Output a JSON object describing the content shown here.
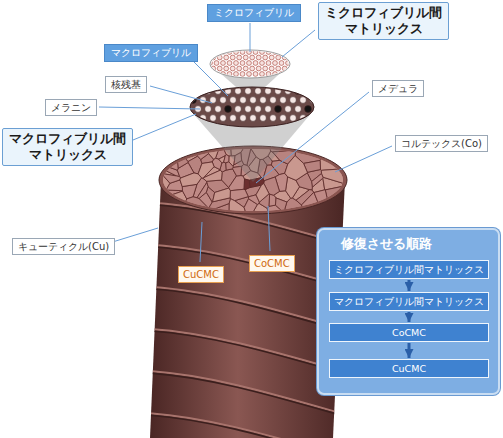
{
  "diagram": {
    "nodes": [
      {
        "text": [
          "ミクロフィブリル"
        ]
      },
      {
        "text": [
          "ミクロフィブリル間 マトリックス"
        ]
      },
      {
        "text": [
          "マクロフィブリル"
        ]
      },
      {
        "text": [
          "核残基"
        ]
      },
      {
        "text": [
          "メラニン"
        ]
      },
      {
        "text": [
          "メデュラ"
        ]
      },
      {
        "text": [
          "マクロフィブリル間 マトリックス"
        ]
      },
      {
        "text": [
          "コルテックス(Co)"
        ]
      },
      {
        "text": [
          "キューティクル(Cu)"
        ]
      },
      {
        "text": [
          "修復させる順路"
        ]
      },
      {
        "text": [
          "ミクロフィブリル間マトリックス"
        ],
        "in": 9
      },
      {
        "text": [
          "マクロフィブリル間マトリックス"
        ],
        "in": 9
      },
      {
        "text": [
          "CoCMC"
        ],
        "in": 9
      },
      {
        "text": [
          "CuCMC"
        ],
        "in": 9
      },
      {
        "text": [
          "CoCMC"
        ]
      },
      {
        "text": [
          "CuCMC"
        ]
      }
    ],
    "edges": [
      {
        "from": 10,
        "to": 11,
        "arrow": "to"
      },
      {
        "from": 11,
        "to": 12,
        "arrow": "to"
      },
      {
        "from": 12,
        "to": 13,
        "arrow": "to"
      }
    ]
  }
}
